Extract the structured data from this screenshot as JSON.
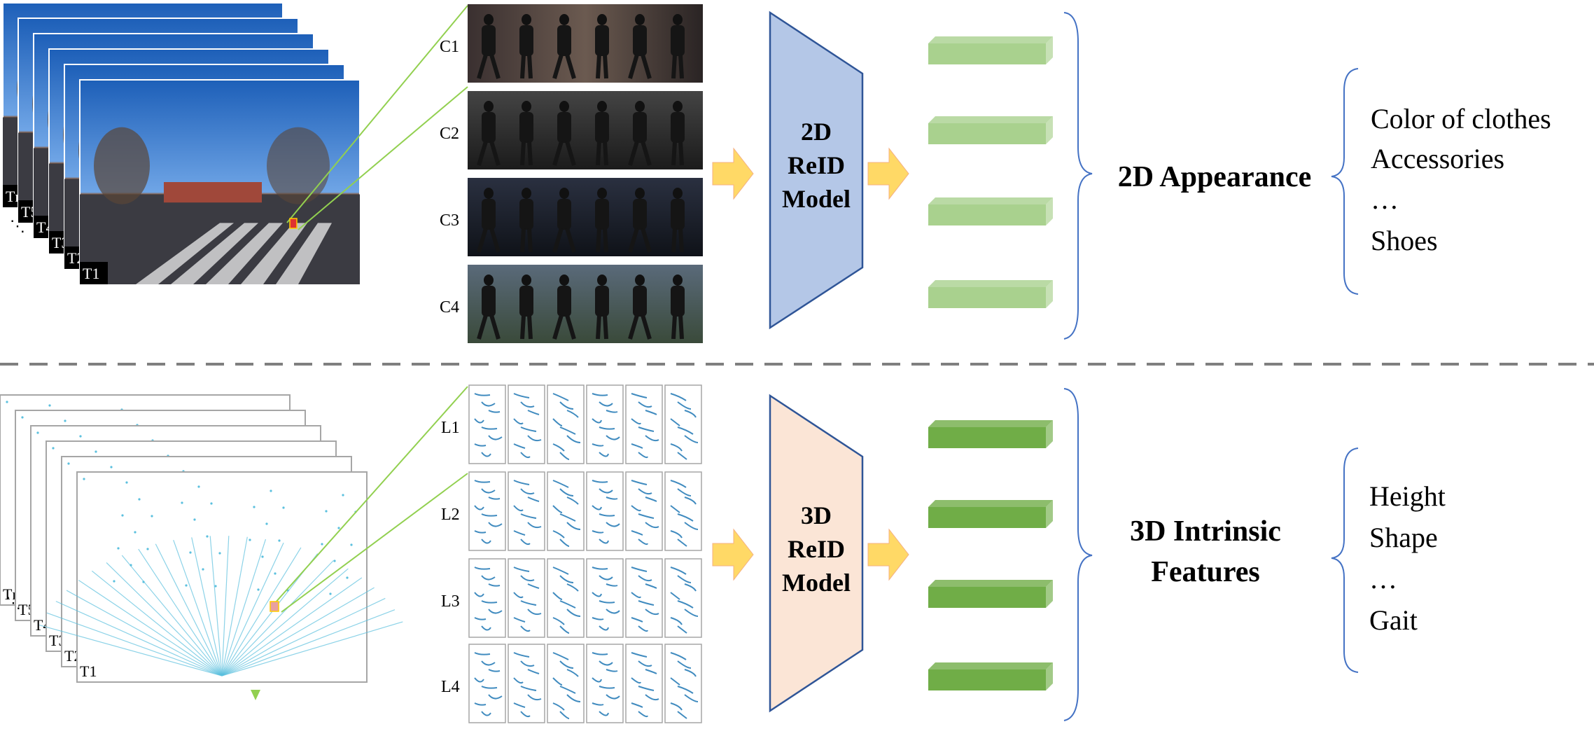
{
  "top": {
    "frame_labels": [
      "T1",
      "T2",
      "T3",
      "T4",
      "T5",
      "Tn"
    ],
    "frame_dots": "⋱",
    "camera_labels": [
      "C1",
      "C2",
      "C3",
      "C4"
    ],
    "model_label": [
      "2D",
      "ReID",
      "Model"
    ],
    "feature_title": "2D Appearance",
    "feature_items": [
      "Color of clothes",
      "Accessories",
      "…",
      "Shoes"
    ]
  },
  "bottom": {
    "frame_labels": [
      "T1",
      "T2",
      "T3",
      "T4",
      "T5",
      "Tn"
    ],
    "frame_dots": "⋱",
    "lidar_labels": [
      "L1",
      "L2",
      "L3",
      "L4"
    ],
    "model_label": [
      "3D",
      "ReID",
      "Model"
    ],
    "feature_title": [
      "3D Intrinsic",
      "Features"
    ],
    "feature_items": [
      "Height",
      "Shape",
      "…",
      "Gait"
    ]
  },
  "colors": {
    "model_2d_fill": "#b4c7e7",
    "model_3d_fill": "#fbe5d6",
    "model_stroke": "#2f5597",
    "feature_2d": "#a9d18e",
    "feature_3d": "#70ad47",
    "arrow": "#ffd966",
    "brace": "#4472c4",
    "divider": "#7f7f7f",
    "zoom_line": "#92d050",
    "lidar_point": "#5bc0de"
  }
}
